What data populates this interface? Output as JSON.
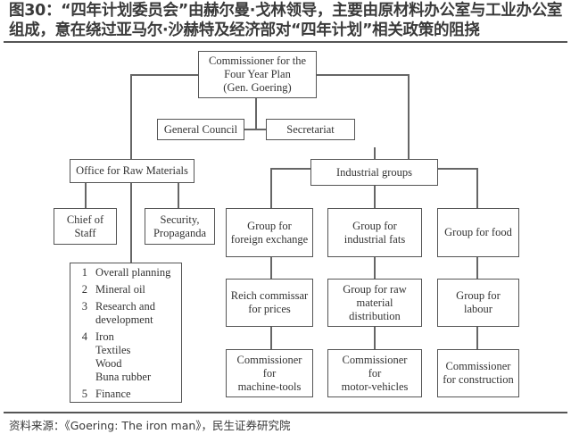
{
  "title": "图30：“四年计划委员会”由赫尔曼·戈林领导，主要由原材料办公室与工业办公室组成，意在绕过亚马尔·沙赫特及经济部对“四年计划”相关政策的阻挠",
  "source": "资料来源：《Goering: The iron man》，民生证券研究院",
  "chart": {
    "root": "Commissioner for the\nFour Year Plan\n(Gen. Goering)",
    "general_council": "General Council",
    "secretariat": "Secretariat",
    "office_raw_materials": {
      "label": "Office for Raw Materials",
      "chief_of_staff": "Chief of\nStaff",
      "security": "Security,\nPropaganda",
      "departments": [
        {
          "num": "1",
          "text": "Overall planning"
        },
        {
          "num": "2",
          "text": "Mineral oil"
        },
        {
          "num": "3",
          "text": "Research and\ndevelopment"
        },
        {
          "num": "4",
          "text": "Iron\nTextiles\nWood\nBuna rubber"
        },
        {
          "num": "5",
          "text": "Finance"
        }
      ]
    },
    "industrial_groups": {
      "label": "Industrial groups",
      "columns": [
        [
          "Group for\nforeign exchange",
          "Reich commissar\nfor prices",
          "Commissioner\nfor\nmachine-tools"
        ],
        [
          "Group for\nindustrial fats",
          "Group for raw\nmaterial\ndistribution",
          "Commissioner\nfor\nmotor-vehicles"
        ],
        [
          "Group for food",
          "Group for\nlabour",
          "Commissioner\nfor construction"
        ]
      ]
    }
  }
}
